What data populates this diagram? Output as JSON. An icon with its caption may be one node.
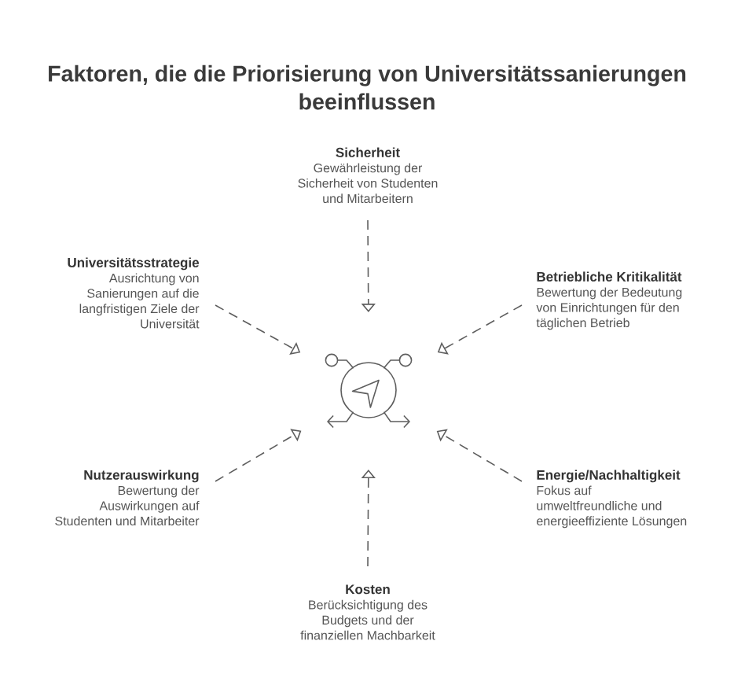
{
  "diagram": {
    "title": "Faktoren, die die Priorisierung von Universitätssanierungen beeinflussen",
    "nodes": [
      {
        "text": [
          "Sicherheit",
          "Gewährleistung der Sicherheit von Studenten und Mitarbeitern"
        ]
      },
      {
        "text": [
          "Universitätsstrategie",
          "Ausrichtung von Sanierungen auf die langfristigen Ziele der Universität"
        ]
      },
      {
        "text": [
          "Betriebliche Kritikalität",
          "Bewertung der Bedeutung von Einrichtungen für den täglichen Betrieb"
        ]
      },
      {
        "text": [],
        "shape": "picture"
      },
      {
        "text": [
          "Nutzerauswirkung",
          "Bewertung der Auswirkungen auf Studenten und Mitarbeiter"
        ]
      },
      {
        "text": [
          "Energie/Nachhaltigkeit",
          "Fokus auf umweltfreundliche und energieeffiziente Lösungen"
        ]
      },
      {
        "text": [
          "Kosten",
          "Berücksichtigung des Budgets und der finanziellen Machbarkeit"
        ]
      }
    ],
    "edges": [
      {
        "from": 0,
        "to": 3,
        "arrow": "to",
        "style": "dashed"
      },
      {
        "from": 1,
        "to": 3,
        "arrow": "to",
        "style": "dashed"
      },
      {
        "from": 2,
        "to": 3,
        "arrow": "to",
        "style": "dashed"
      },
      {
        "from": 4,
        "to": 3,
        "arrow": "to",
        "style": "dashed"
      },
      {
        "from": 5,
        "to": 3,
        "arrow": "to",
        "style": "dashed"
      },
      {
        "from": 6,
        "to": 3,
        "arrow": "to",
        "style": "dashed"
      }
    ]
  }
}
